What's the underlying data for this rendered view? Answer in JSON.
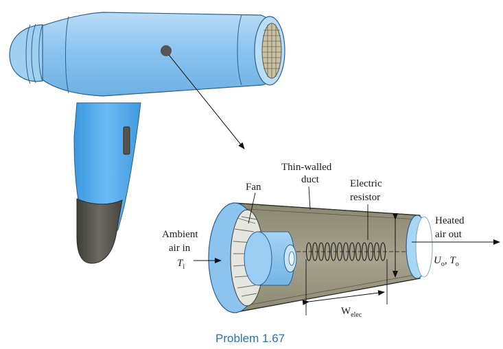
{
  "labels": {
    "thin_walled": "Thin-walled",
    "duct": "duct",
    "fan": "Fan",
    "electric": "Electric",
    "resistor": "resistor",
    "ambient": "Ambient",
    "air_in": "air in",
    "t_in_symbol": "T",
    "t_in_sub": "i",
    "heated": "Heated",
    "air_out": "air out",
    "u_symbol": "U",
    "u_sub": "o",
    "t_out_symbol": "T",
    "t_out_sub": "o",
    "w_symbol": "W",
    "w_sub": "elec"
  },
  "caption": "Problem 1.67",
  "colors": {
    "dryer_body": "#8cc4ef",
    "handle": "#4aa8ec",
    "grip": "#5a5a52",
    "duct_interior": "#9e9a85",
    "caption": "#2a6fb8"
  },
  "icons": {
    "dryer": "hair-dryer-illustration",
    "duct": "duct-cutaway-illustration"
  }
}
